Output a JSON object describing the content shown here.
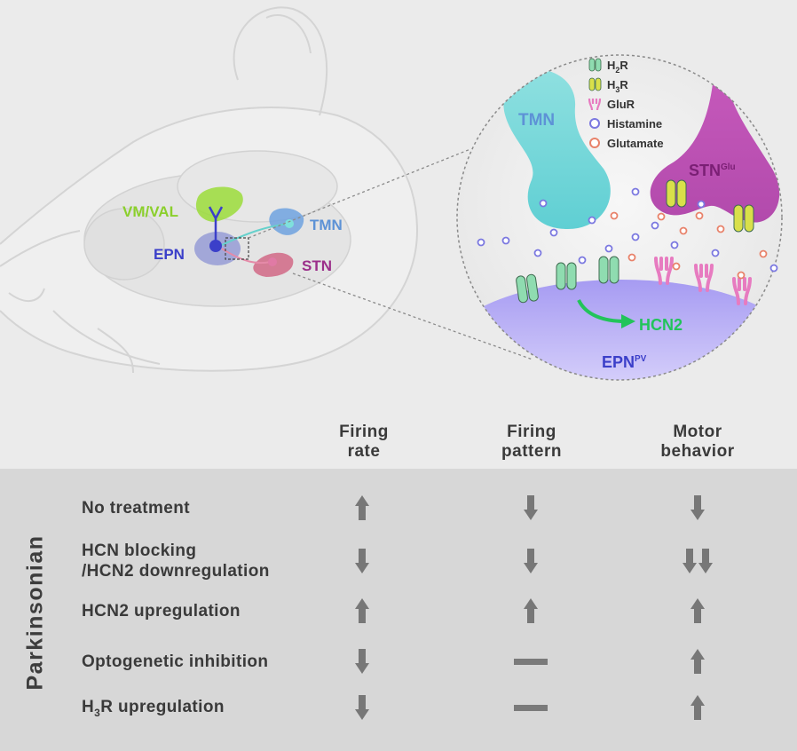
{
  "diagram": {
    "regions": {
      "vmval": "VM/VAL",
      "tmn": "TMN",
      "epn": "EPN",
      "stn": "STN"
    },
    "inset": {
      "tmn": "TMN",
      "stn": "STN",
      "stn_sup": "Glu",
      "hcn2": "HCN2",
      "epn": "EPN",
      "epn_sup": "PV"
    },
    "legend": [
      {
        "base": "H",
        "sub": "2",
        "rest": "R",
        "icon": "h2r-receptor-icon",
        "color": "#8fdcb0"
      },
      {
        "base": "H",
        "sub": "3",
        "rest": "R",
        "icon": "h3r-receptor-icon",
        "color": "#d9e04a"
      },
      {
        "base": "GluR",
        "sub": "",
        "rest": "",
        "icon": "glur-receptor-icon",
        "color": "#e77bc0"
      },
      {
        "base": "Histamine",
        "sub": "",
        "rest": "",
        "icon": "histamine-dot-icon",
        "color": "#7b78e0"
      },
      {
        "base": "Glutamate",
        "sub": "",
        "rest": "",
        "icon": "glutamate-dot-icon",
        "color": "#e8826a"
      }
    ],
    "colors": {
      "vmval": "#9bdc3a",
      "tmn": "#6fa2df",
      "epn": "#3b3fc9",
      "stn": "#9b2f8a",
      "hcn2": "#22c45a"
    }
  },
  "table": {
    "headers": [
      {
        "line1": "Firing",
        "line2": "rate"
      },
      {
        "line1": "Firing",
        "line2": "pattern"
      },
      {
        "line1": "Motor",
        "line2": "behavior"
      }
    ],
    "group_label": "Parkinsonian",
    "rows": [
      {
        "label": "No treatment",
        "label2": "",
        "rate": "up",
        "pattern": "down",
        "motor": "down"
      },
      {
        "label": "HCN blocking",
        "label2": "/HCN2 downregulation",
        "rate": "down",
        "pattern": "down",
        "motor": "down-down"
      },
      {
        "label": "HCN2 upregulation",
        "label2": "",
        "rate": "up",
        "pattern": "up",
        "motor": "up"
      },
      {
        "label": "Optogenetic inhibition",
        "label2": "",
        "rate": "down",
        "pattern": "none",
        "motor": "up"
      },
      {
        "label_base": "H",
        "label_sub": "3",
        "label_rest": "R upregulation",
        "rate": "down",
        "pattern": "none",
        "motor": "up"
      }
    ]
  }
}
